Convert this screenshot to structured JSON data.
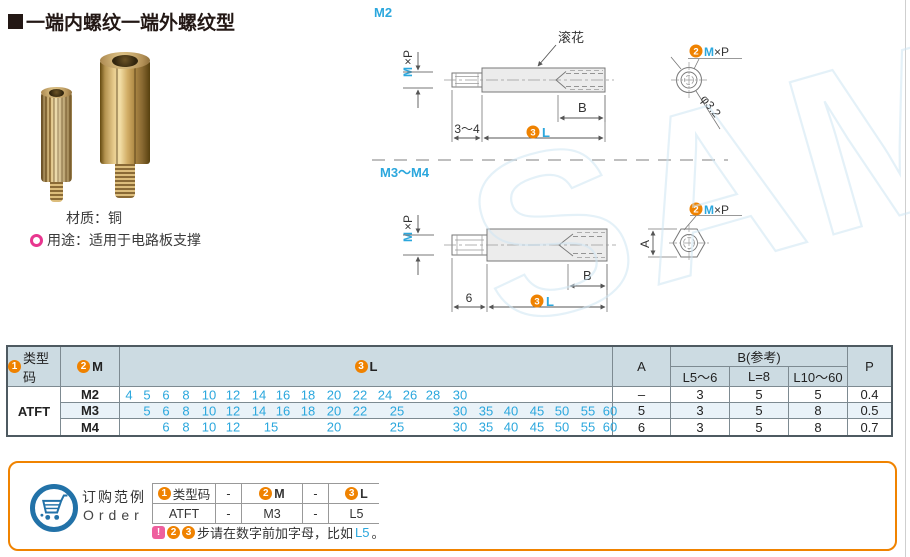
{
  "page": {
    "title": "一端内螺纹一端外螺纹型",
    "material": "材质：铜",
    "usage": "用途：适用于电路板支撑",
    "watermark": "SAML"
  },
  "colors": {
    "accent_blue": "#2ba7dd",
    "accent_orange": "#ef8200",
    "pink_badge": "#ee5f9e",
    "magenta_donut": "#e8368f",
    "order_border": "#f08300",
    "cart_blue": "#2272a8",
    "table_header_bg": "#ccdbe2",
    "table_alt_row_bg": "#e9f2f8"
  },
  "drawings": {
    "m2_label": "M2",
    "m34_label": "M3～M4",
    "knurl": "滚花",
    "mxp_m": "M",
    "mxp_x": "×P",
    "b": "B",
    "l": "L",
    "dim_34": "3～4",
    "dim_6": "6",
    "a": "A",
    "phi": "φ3.2",
    "circ2": "2",
    "circ3": "3"
  },
  "table": {
    "circ1": "1",
    "circ2": "2",
    "circ3": "3",
    "headers": {
      "code": "类型码",
      "m": "M",
      "l": "L",
      "a": "A",
      "b_group": "B(参考)",
      "b_sub": [
        "L5～6",
        "L=8",
        "L10～60"
      ],
      "p": "P"
    },
    "code_value": "ATFT",
    "rows": [
      {
        "m": "M2",
        "l": [
          "4",
          "5",
          "6",
          "8",
          "10",
          "12",
          "14",
          "16",
          "18",
          "20",
          "22",
          "24",
          "26",
          "28",
          "30"
        ],
        "a": "–",
        "b": [
          "3",
          "5",
          "5"
        ],
        "p": "0.4"
      },
      {
        "m": "M3",
        "l": [
          "5",
          "6",
          "8",
          "10",
          "12",
          "14",
          "16",
          "18",
          "20",
          "22",
          "25",
          "30",
          "35",
          "40",
          "45",
          "50",
          "55",
          "60"
        ],
        "a": "5",
        "b": [
          "3",
          "5",
          "8"
        ],
        "p": "0.5"
      },
      {
        "m": "M4",
        "l": [
          "6",
          "8",
          "10",
          "12",
          "15",
          "20",
          "25",
          "30",
          "35",
          "40",
          "45",
          "50",
          "55",
          "60"
        ],
        "a": "6",
        "b": [
          "3",
          "5",
          "8"
        ],
        "p": "0.7"
      }
    ]
  },
  "order": {
    "label_cn": "订购范例",
    "label_en": "Order",
    "circ1": "1",
    "circ2": "2",
    "circ3": "3",
    "h_code": "类型码",
    "h_m": "M",
    "h_l": "L",
    "dash": "-",
    "v_code": "ATFT",
    "v_m": "M3",
    "v_l": "L5",
    "bang": "!",
    "note_pre": "步请在数字前加字母，比如",
    "note_code": "L5",
    "note_end": "。"
  }
}
